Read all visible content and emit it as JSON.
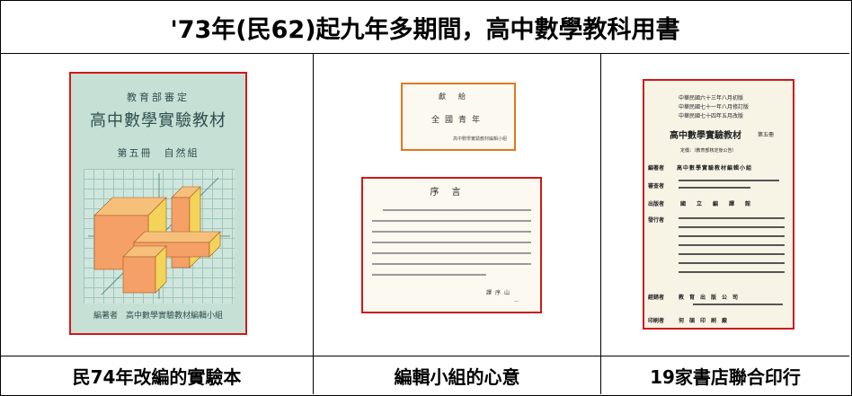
{
  "title": "'73年(民62)起九年多期間，高中數學教科用書",
  "captions": [
    "民74年改編的實驗本",
    "編輯小組的心意",
    "19家書店聯合印行"
  ],
  "book_cover": {
    "approval": "教育部審定",
    "title": "高中數學實驗教材",
    "volume": "第五冊　自然組",
    "editor": "編著者　高中數學實驗教材編輯小組",
    "colors": {
      "background": "#c7e0d6",
      "block_orange": "#f5a067",
      "block_yellow": "#f2d45a"
    }
  },
  "dedication": {
    "line1": "獻給",
    "line2": "全國青年",
    "line3": "高中數學實驗教材編輯小組"
  },
  "preface": {
    "title": "序言",
    "signature": "譯序山"
  },
  "colophon": {
    "edition_lines": [
      "中華民國六十三年八月初版",
      "中華民國七十一年八月修訂版",
      "中華民國七十四年五月改版"
    ],
    "book_title": "高中數學實驗教材",
    "volume": "第五冊",
    "note": "定價：（教育部核定後公告）",
    "rows": [
      {
        "label": "編著者",
        "value": "高中數學實驗教材編輯小組"
      },
      {
        "label": "審查者",
        "value": ""
      },
      {
        "label": "出版者",
        "value": "國立編譯館"
      },
      {
        "label": "經銷者",
        "value": "教　育　出　版　公　司"
      },
      {
        "label": "印刷者",
        "value": "何　碩　印　刷　廠"
      }
    ],
    "distributor_label": "發行者"
  },
  "colors": {
    "border": "#000000",
    "highlight_red": "#d01818",
    "highlight_orange": "#e07820"
  }
}
